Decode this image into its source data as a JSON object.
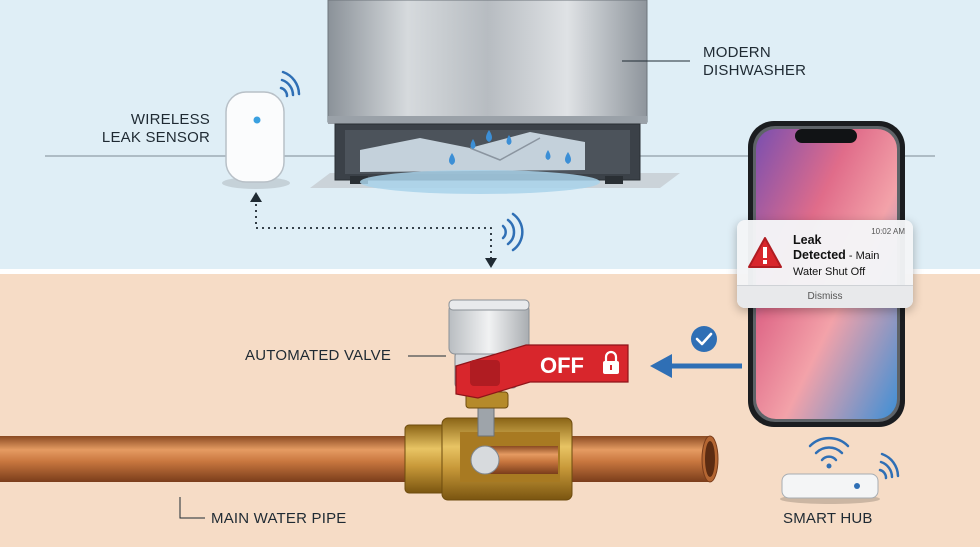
{
  "labels": {
    "dishwasher_line1": "MODERN",
    "dishwasher_line2": "DISHWASHER",
    "sensor_line1": "WIRELESS",
    "sensor_line2": "LEAK SENSOR",
    "valve": "AUTOMATED VALVE",
    "pipe": "MAIN WATER PIPE",
    "hub": "SMART HUB",
    "handle_text": "OFF"
  },
  "notification": {
    "time": "10:02 AM",
    "title_line1": "Leak",
    "title_line2": "Detected",
    "title_rest": " - Main Water Shut Off",
    "dismiss": "Dismiss"
  },
  "icons": [
    "wifi-icon",
    "alert-triangle-icon",
    "lock-icon",
    "check-circle-icon",
    "arrow-left-icon",
    "water-drop-icon"
  ],
  "colors": {
    "upper_bg": "#dfeef6",
    "lower_bg": "#f6dcc6",
    "wifi_blue": "#2f6fb5",
    "handle_red": "#d8262c",
    "copper": "#c9773f",
    "brass": "#c99a3a"
  }
}
